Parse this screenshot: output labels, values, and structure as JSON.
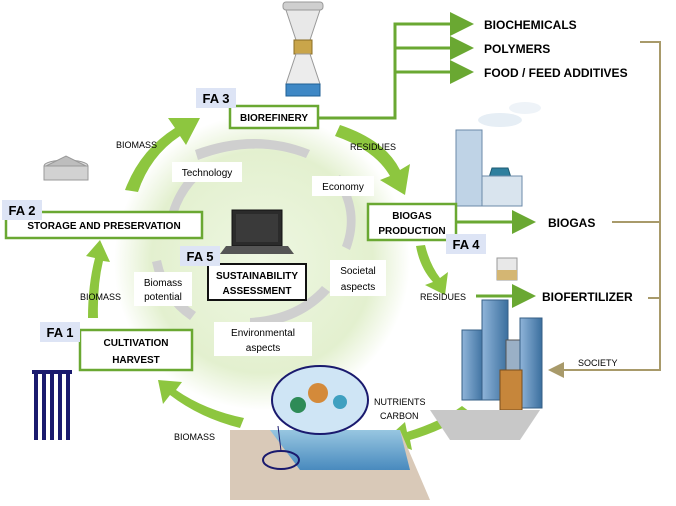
{
  "fa_tags": {
    "fa1": "FA 1",
    "fa2": "FA 2",
    "fa3": "FA 3",
    "fa4": "FA 4",
    "fa5": "FA 5"
  },
  "boxes": {
    "cultivation_line1": "CULTIVATION",
    "cultivation_line2": "HARVEST",
    "storage": "STORAGE AND PRESERVATION",
    "biorefinery": "BIOREFINERY",
    "biogas_line1": "BIOGAS",
    "biogas_line2": "PRODUCTION",
    "sustainability_line1": "SUSTAINABILITY",
    "sustainability_line2": "ASSESSMENT"
  },
  "products": {
    "biochemicals": "BIOCHEMICALS",
    "polymers": "POLYMERS",
    "food_feed": "FOOD / FEED ADDITIVES",
    "biogas": "BIOGAS",
    "biofertilizer": "BIOFERTILIZER"
  },
  "flow_labels": {
    "biomass_top": "BIOMASS",
    "biomass_left": "BIOMASS",
    "biomass_bottom": "BIOMASS",
    "residues_top": "RESIDUES",
    "residues_mid": "RESIDUES",
    "nutrients": "NUTRIENTS",
    "carbon": "CARBON",
    "society": "SOCIETY"
  },
  "aspects": {
    "technology": "Technology",
    "economy": "Economy",
    "societal_line1": "Societal",
    "societal_line2": "aspects",
    "biomass_potential_line1": "Biomass",
    "biomass_potential_line2": "potential",
    "environmental_line1": "Environmental",
    "environmental_line2": "aspects"
  },
  "colors": {
    "green_arrow": "#8dc63f",
    "green_line": "#6aa832",
    "olive_line": "#a89a6a",
    "fa_tag_bg": "#dde4f5",
    "center_circle": "#e6f2d5",
    "grey_arrow": "#c8c8c8"
  }
}
